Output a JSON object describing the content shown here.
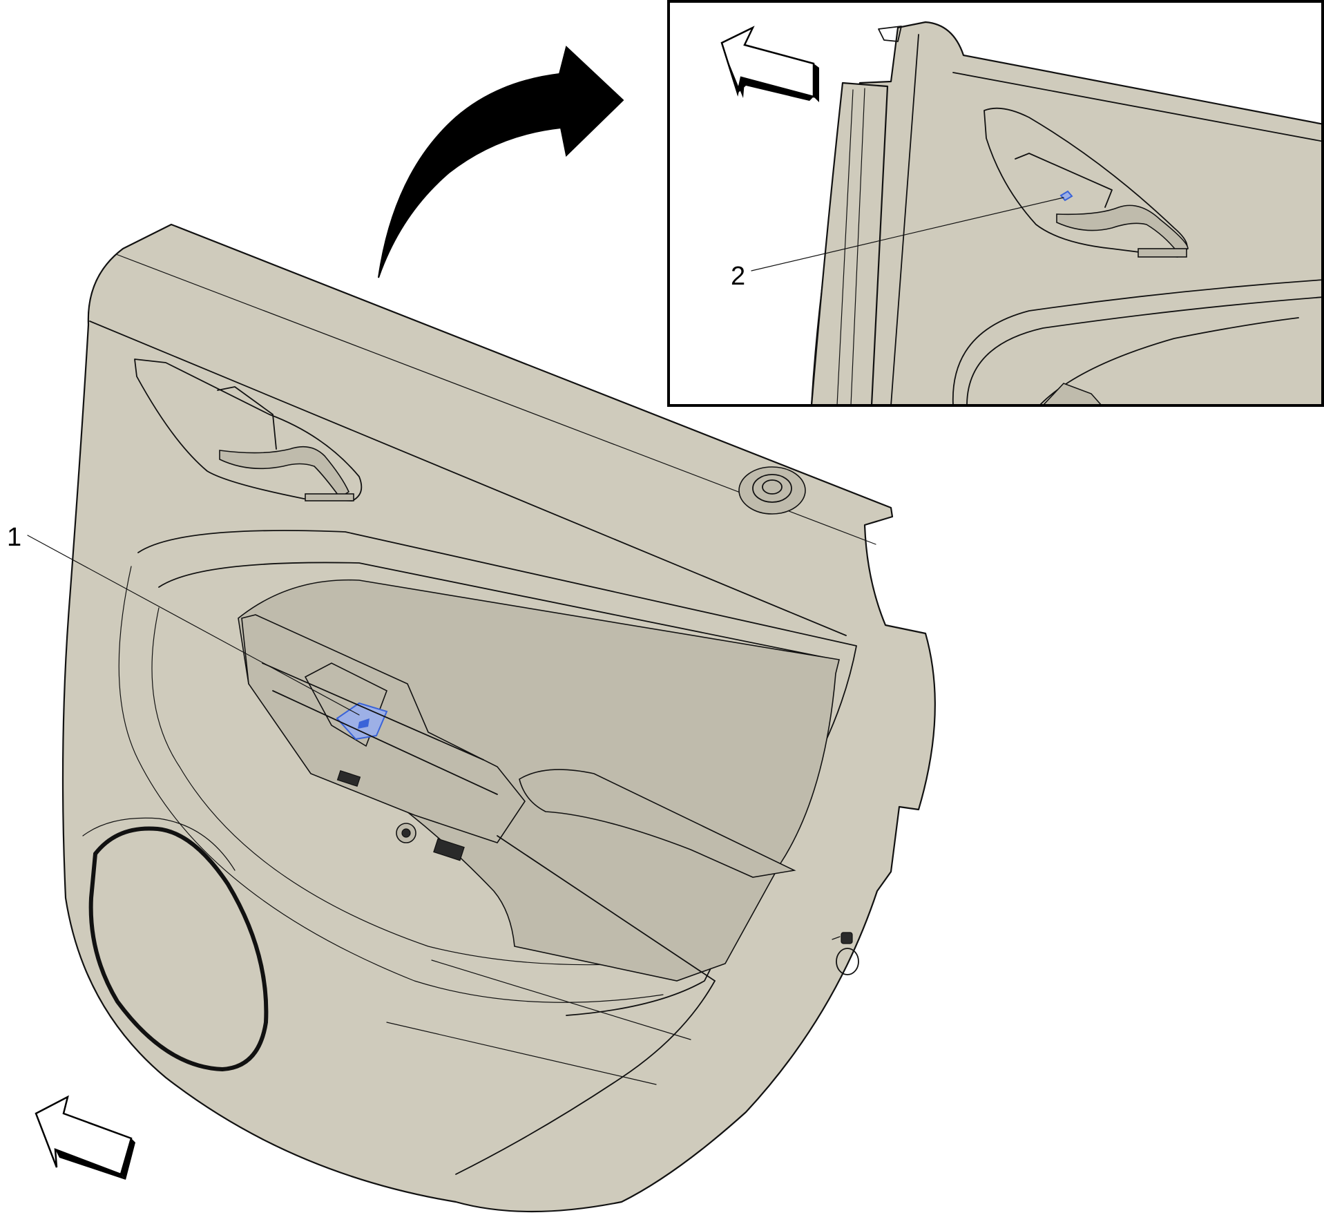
{
  "callouts": [
    {
      "id": "1",
      "label": "1"
    },
    {
      "id": "2",
      "label": "2"
    }
  ],
  "icons": {
    "rotate_arrow": "curved-rotate-arrow-icon",
    "front_arrow_main": "vehicle-front-arrow-icon",
    "front_arrow_inset": "vehicle-front-arrow-icon",
    "lock_symbol": "lock-icon"
  },
  "colors": {
    "trim_panel": "#cfcbbc",
    "highlight": "#3a63d8",
    "outline": "#111111",
    "background": "#ffffff"
  }
}
